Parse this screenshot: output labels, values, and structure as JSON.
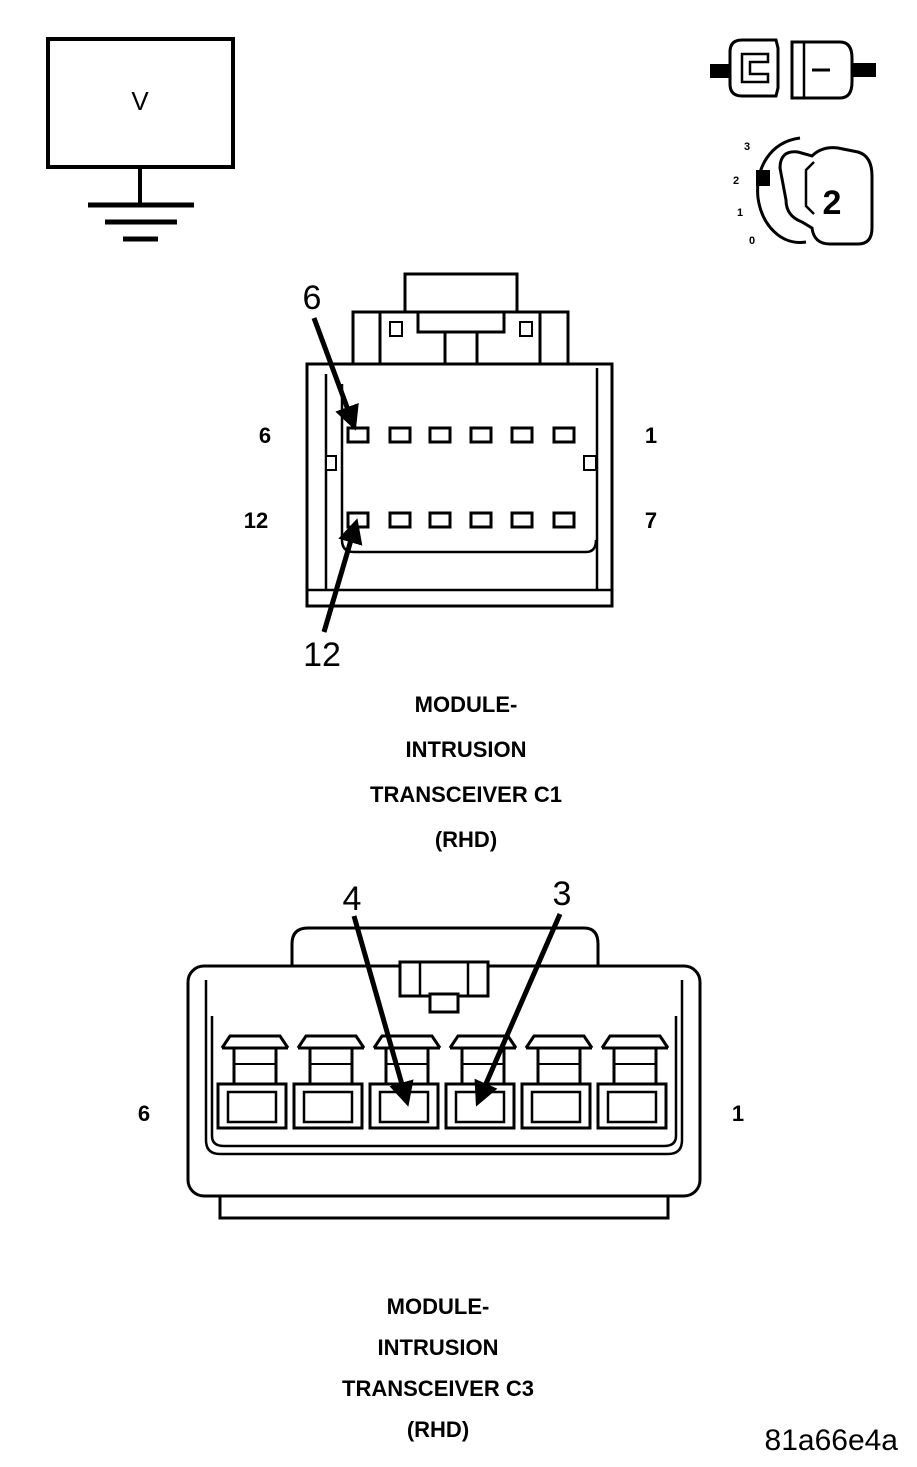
{
  "meter": {
    "label": "V"
  },
  "key_switch": {
    "positions": [
      "3",
      "2",
      "1",
      "0"
    ],
    "selected": "2"
  },
  "connector_c1": {
    "caption_lines": [
      "MODULE-",
      "INTRUSION",
      "TRANSCEIVER C1",
      "(RHD)"
    ],
    "end_labels": {
      "top_left": "6",
      "top_right": "1",
      "bottom_left": "12",
      "bottom_right": "7"
    },
    "callouts": {
      "upper": "6",
      "lower": "12"
    }
  },
  "connector_c3": {
    "caption_lines": [
      "MODULE-",
      "INTRUSION",
      "TRANSCEIVER C3",
      "(RHD)"
    ],
    "end_labels": {
      "left": "6",
      "right": "1"
    },
    "callouts": {
      "first": "4",
      "second": "3"
    }
  },
  "figure_id": "81a66e4a"
}
